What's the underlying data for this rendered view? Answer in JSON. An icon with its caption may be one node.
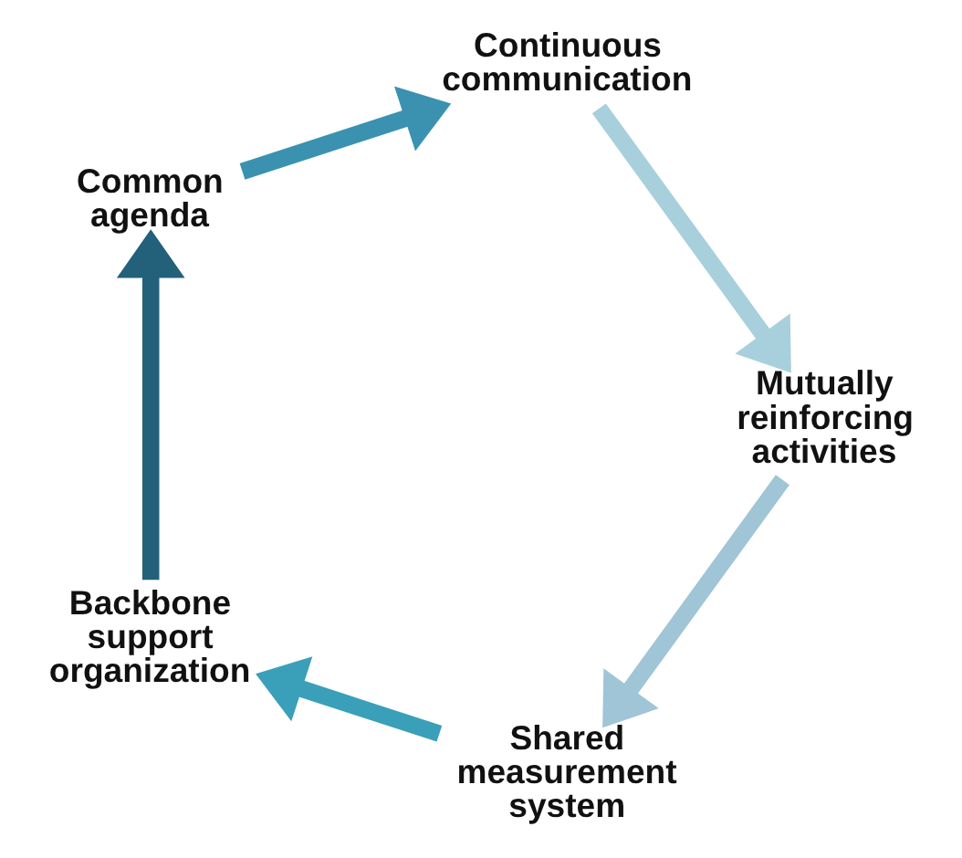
{
  "diagram": {
    "nodes": [
      {
        "text": [
          "Shared measurement system"
        ]
      },
      {
        "text": [
          "Backbone support organization"
        ]
      },
      {
        "text": [
          "Common agenda"
        ]
      },
      {
        "text": [
          "Continuous communication"
        ]
      },
      {
        "text": [
          "Mutually reinforcing activities"
        ]
      }
    ],
    "edges": [
      {
        "from": 0,
        "to": 1,
        "arrow": "to",
        "color": "#3a9fb8"
      },
      {
        "from": 1,
        "to": 2,
        "arrow": "to",
        "color": "#23607a"
      },
      {
        "from": 2,
        "to": 3,
        "arrow": "to",
        "color": "#3a92b0"
      },
      {
        "from": 3,
        "to": 4,
        "arrow": "to",
        "color": "#a8cfdc"
      },
      {
        "from": 4,
        "to": 0,
        "arrow": "to",
        "color": "#9fc5d6"
      }
    ]
  }
}
